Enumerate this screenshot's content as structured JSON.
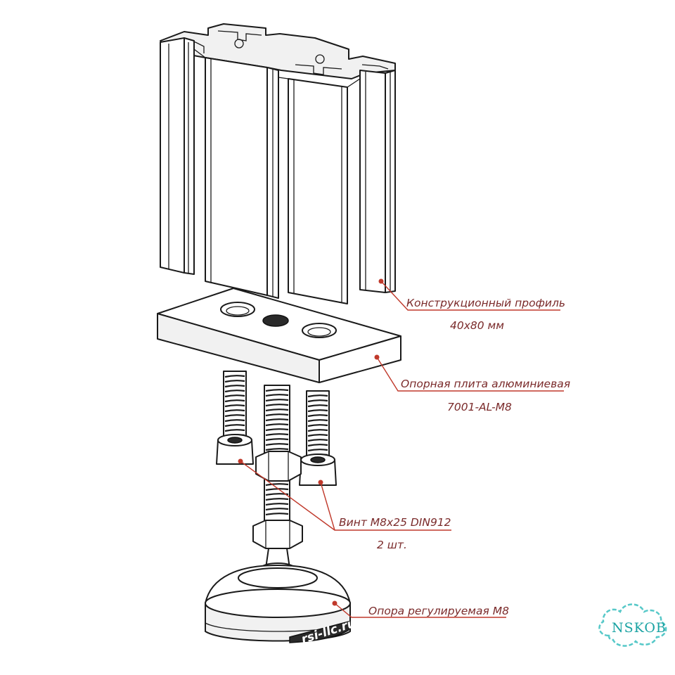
{
  "labels": {
    "profile_line1": "Конструкционный профиль",
    "profile_line2": "40x80 мм",
    "plate_line1": "Опорная плита алюминиевая",
    "plate_line2": "7001-AL-M8",
    "screw_line1": "Винт M8x25 DIN912",
    "screw_line2": "2 шт.",
    "foot_line1": "Опора регулируемая M8"
  },
  "brand": "rsi-llc.ru",
  "watermark": "NSKOB",
  "colors": {
    "leader": "#c0392b",
    "label_text": "#7a2a2a",
    "watermark": "#1aa3a3"
  }
}
